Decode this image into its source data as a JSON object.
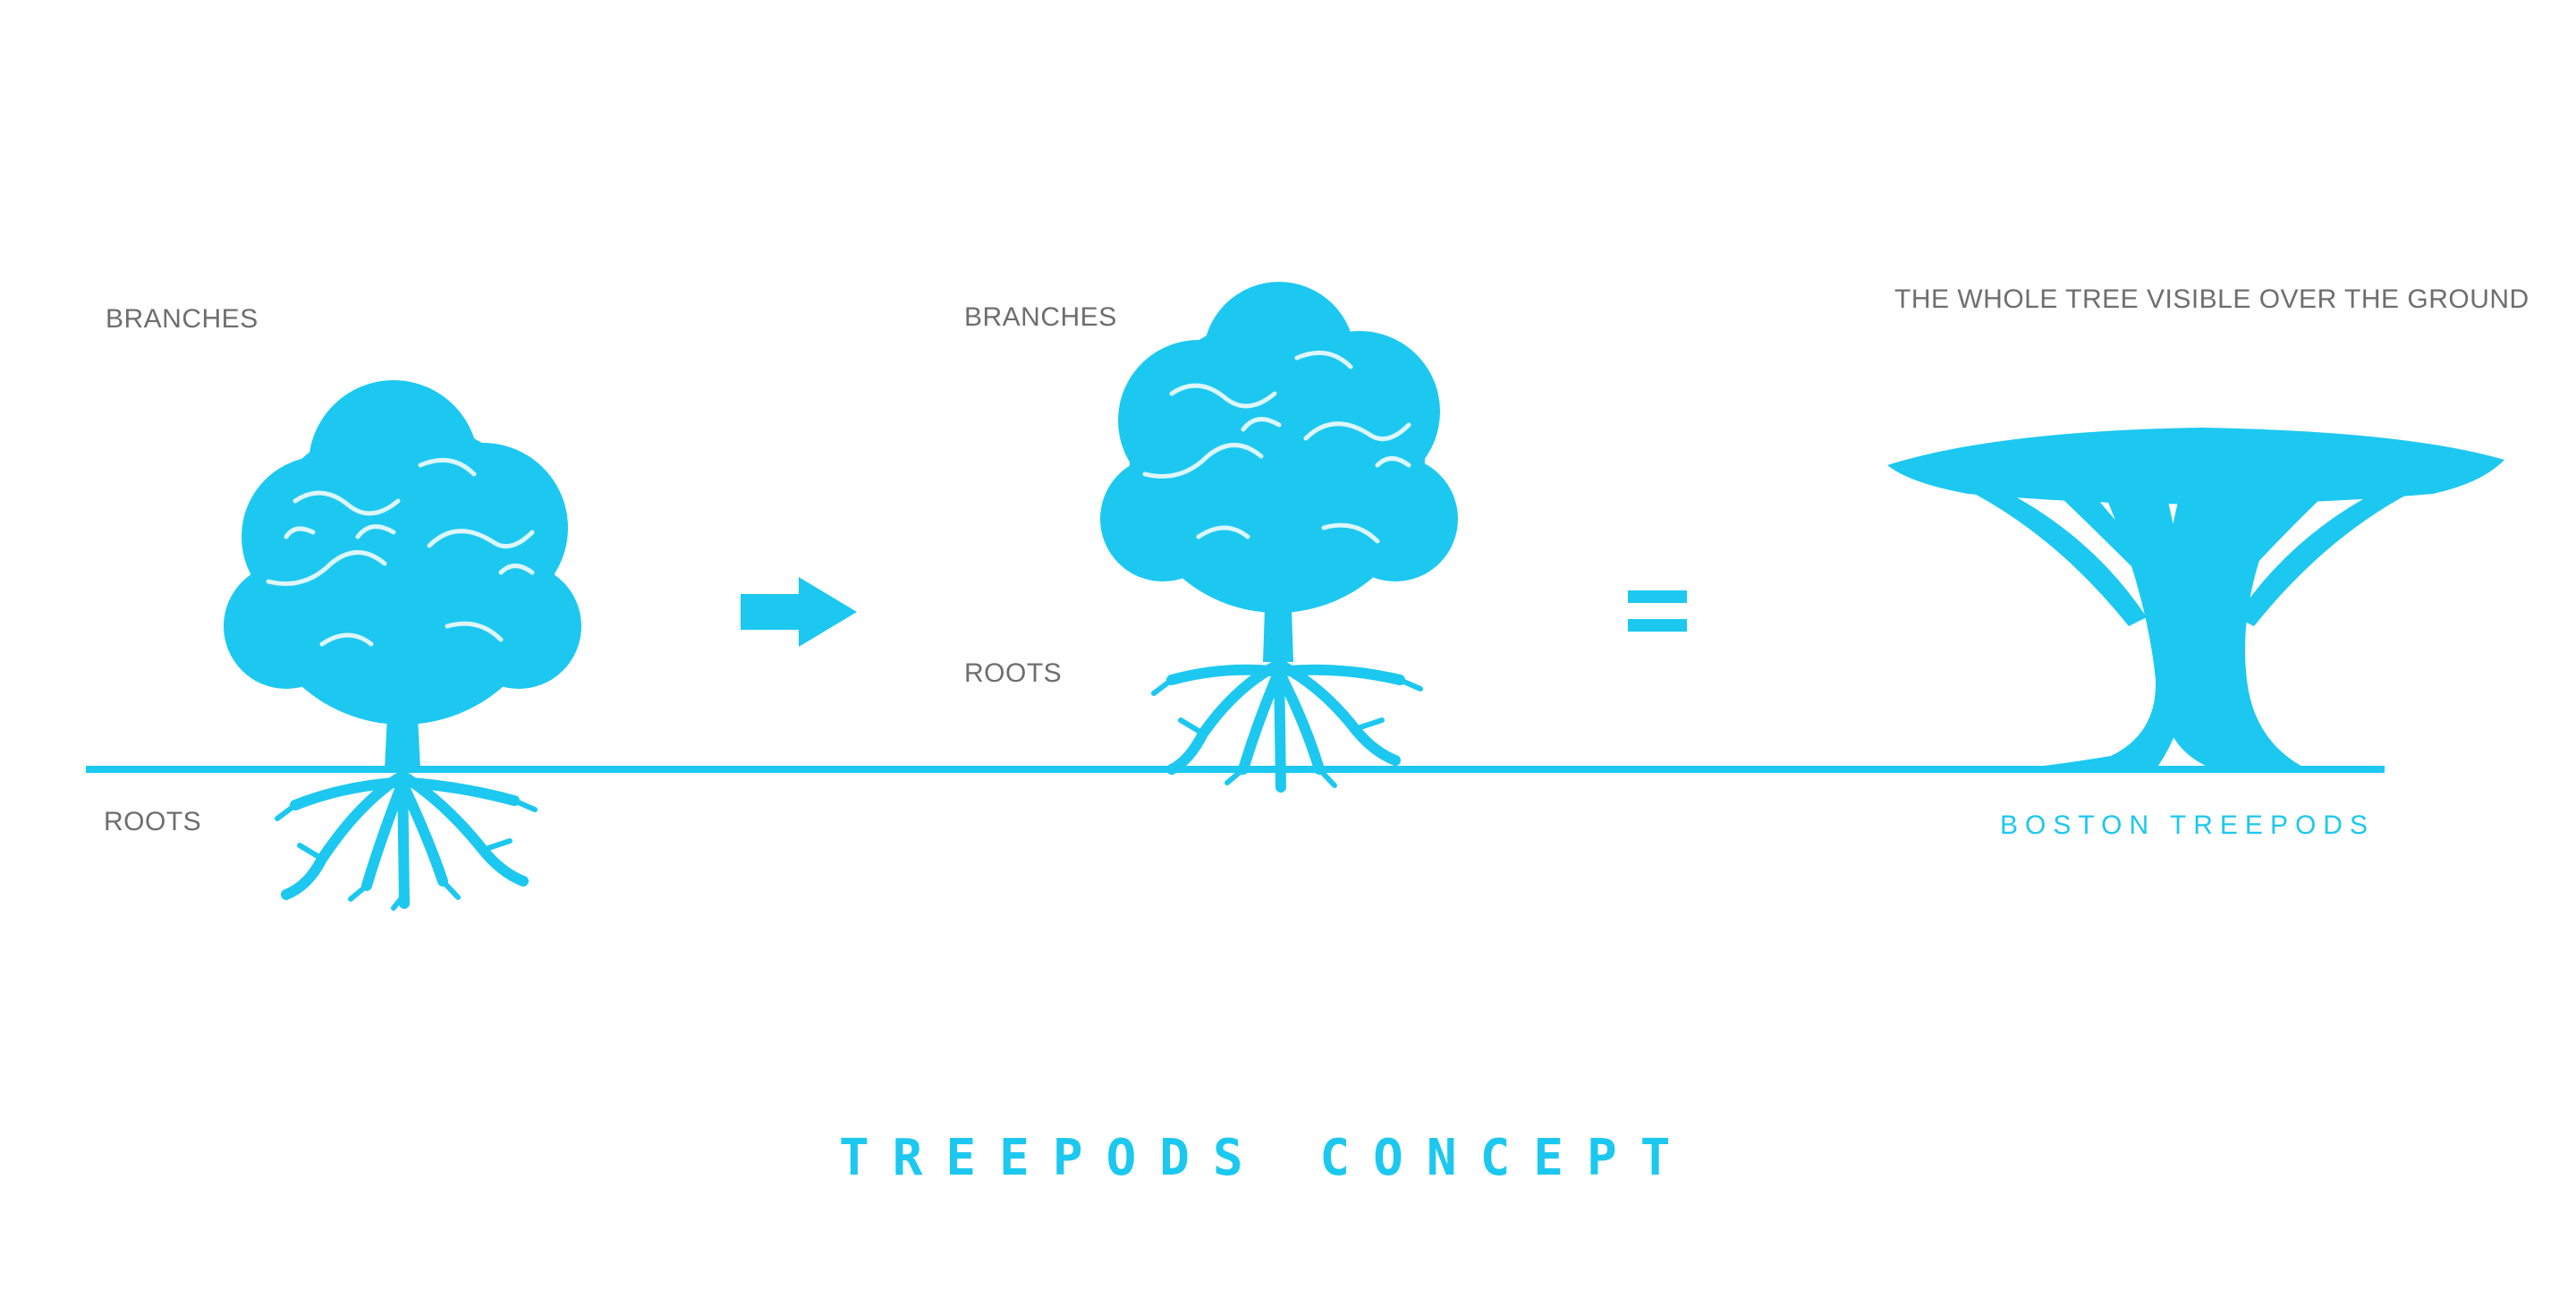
{
  "labels": {
    "tree1_branches": "BRANCHES",
    "tree1_roots": "ROOTS",
    "tree2_branches": "BRANCHES",
    "tree2_roots": "ROOTS",
    "whole_tree_note": "THE WHOLE TREE VISIBLE OVER THE GROUND"
  },
  "caption": "BOSTON TREEPODS",
  "title": "TREEPODS CONCEPT",
  "colors": {
    "accent": "#1cc8f0",
    "text": "#6e6e6e",
    "background": "#ffffff"
  },
  "icons": [
    "tree-icon",
    "arrow-right-icon",
    "equals-icon",
    "treepod-icon"
  ]
}
